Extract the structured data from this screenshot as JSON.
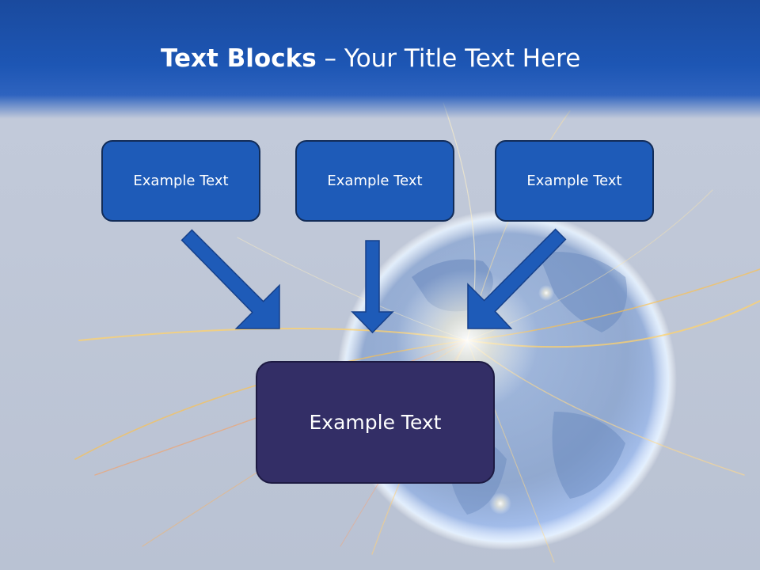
{
  "slide": {
    "title_bold": "Text Blocks",
    "title_dash": " – ",
    "title_rest": "Your Title Text Here"
  },
  "blocks": [
    {
      "label": "Example Text"
    },
    {
      "label": "Example Text"
    },
    {
      "label": "Example Text"
    }
  ],
  "main_block": {
    "label": "Example Text"
  },
  "colors": {
    "header_blue": "#1d56b4",
    "box_blue": "#1e5bb8",
    "main_box": "#332e66",
    "arrow_blue": "#1e5bb8"
  },
  "icons": {
    "globe": "globe-icon",
    "arrow": "arrow-down-icon"
  }
}
